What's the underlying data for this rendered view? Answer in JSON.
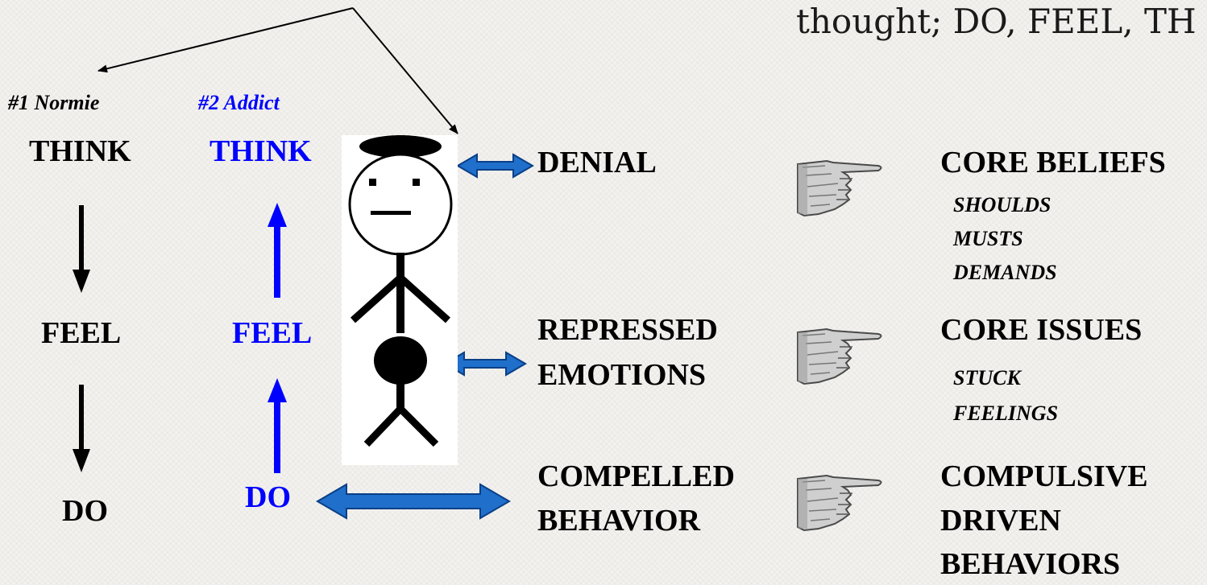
{
  "header": {
    "top_fragment": "thought; DO, FEEL, TH"
  },
  "columns": {
    "normie": {
      "label": "#1 Normie",
      "think": "THINK",
      "feel": "FEEL",
      "do": "DO"
    },
    "addict": {
      "label": "#2 Addict",
      "think": "THINK",
      "feel": "FEEL",
      "do": "DO"
    }
  },
  "defenses": {
    "denial": "DENIAL",
    "repressed_line1": "REPRESSED",
    "repressed_line2": "EMOTIONS",
    "compelled_line1": "COMPELLED",
    "compelled_line2": "BEHAVIOR"
  },
  "cores": {
    "beliefs": {
      "title": "CORE BELIEFS",
      "items": [
        "SHOULDS",
        "MUSTS",
        "DEMANDS"
      ]
    },
    "issues": {
      "title": "CORE ISSUES",
      "items": [
        "STUCK",
        "FEELINGS"
      ]
    },
    "compulsive": {
      "line1": "COMPULSIVE",
      "line2": "DRIVEN",
      "line3": "BEHAVIORS"
    }
  },
  "colors": {
    "addict_text": "#0000ff",
    "double_arrow_fill": "#1f6fcb",
    "double_arrow_stroke": "#0a3f86"
  },
  "icons": [
    "pointing-hand-icon",
    "stick-figure-icon"
  ]
}
